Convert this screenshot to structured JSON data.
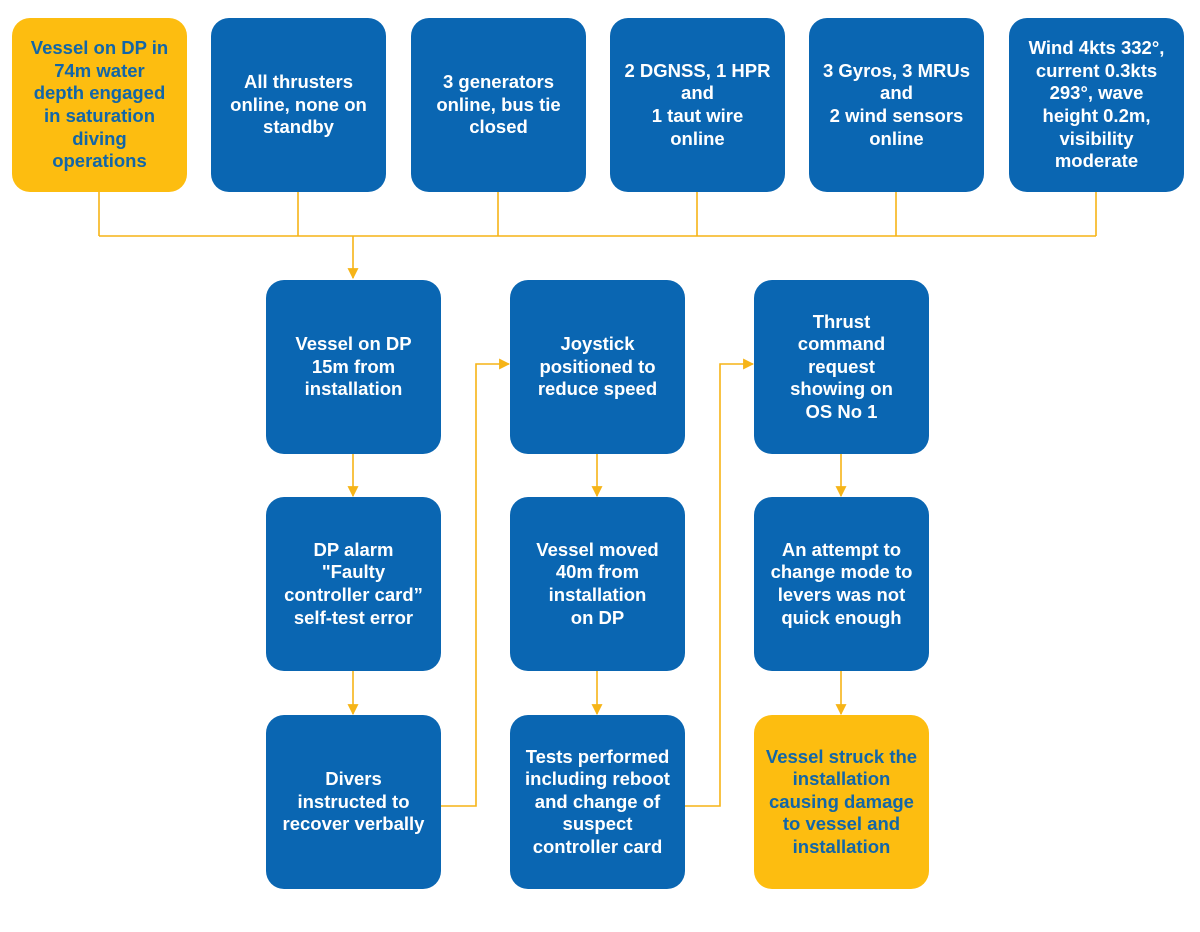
{
  "colors": {
    "box_blue": "#0a66b2",
    "highlight_yellow": "#fdbd10",
    "highlight_text": "#1266a8",
    "connector": "#f6b417"
  },
  "conditions": [
    {
      "text": "Vessel on DP in\n74m water\ndepth engaged\nin saturation\ndiving\noperations",
      "style": "yellow"
    },
    {
      "text": "All thrusters\nonline, none on\nstandby",
      "style": "blue"
    },
    {
      "text": "3 generators\nonline, bus tie\nclosed",
      "style": "blue"
    },
    {
      "text": "2 DGNSS, 1 HPR\nand\n1 taut wire\nonline",
      "style": "blue"
    },
    {
      "text": "3 Gyros, 3 MRUs\nand\n2 wind sensors\nonline",
      "style": "blue"
    },
    {
      "text": "Wind 4kts 332°,\ncurrent 0.3kts\n293°, wave\nheight 0.2m,\nvisibility\nmoderate",
      "style": "blue"
    }
  ],
  "events": [
    [
      {
        "text": "Vessel on DP\n15m from\ninstallation",
        "style": "blue"
      },
      {
        "text": "DP alarm\n\"Faulty\ncontroller card”\nself-test error",
        "style": "blue"
      },
      {
        "text": "Divers\ninstructed to\nrecover verbally",
        "style": "blue"
      }
    ],
    [
      {
        "text": "Joystick\npositioned to\nreduce speed",
        "style": "blue"
      },
      {
        "text": "Vessel moved\n40m from\ninstallation\non DP",
        "style": "blue"
      },
      {
        "text": "Tests performed\nincluding reboot\nand change of\nsuspect\ncontroller card",
        "style": "blue"
      }
    ],
    [
      {
        "text": "Thrust\ncommand\nrequest\nshowing on\nOS No 1",
        "style": "blue"
      },
      {
        "text": "An attempt to\nchange mode to\nlevers was not\nquick enough",
        "style": "blue"
      },
      {
        "text": "Vessel struck the\ninstallation\ncausing damage\nto vessel and\ninstallation",
        "style": "yellow"
      }
    ]
  ]
}
